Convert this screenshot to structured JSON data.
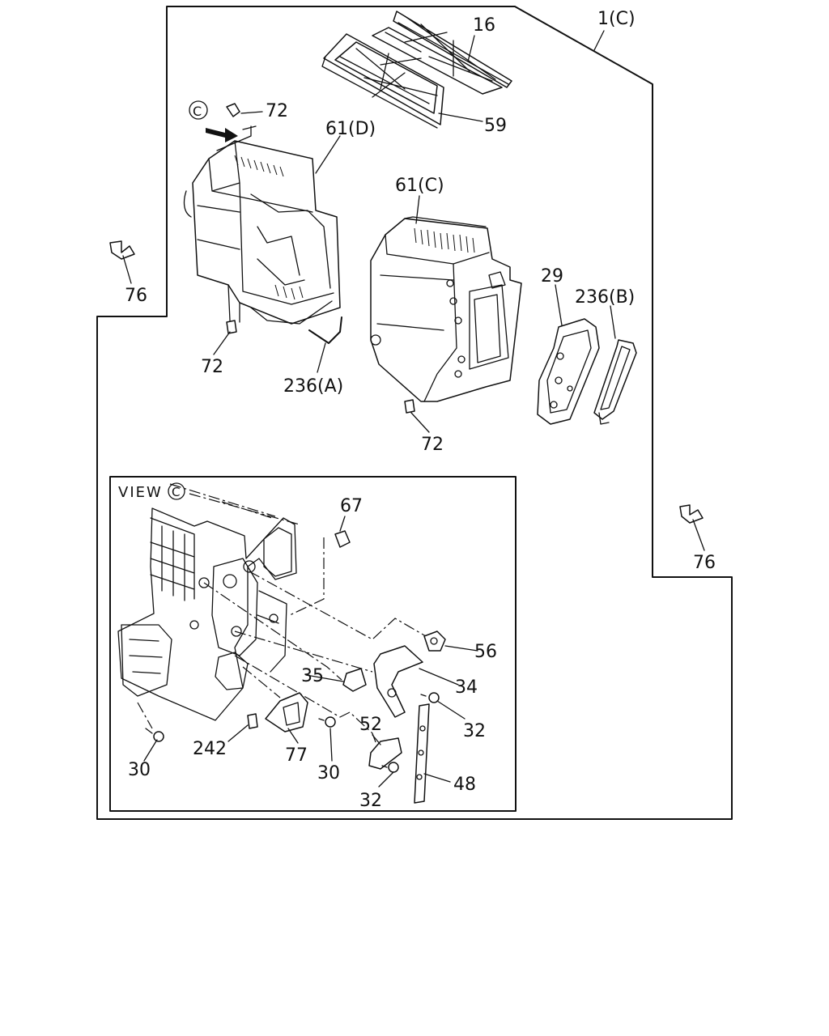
{
  "callouts": {
    "c16": "16",
    "c1c": "1(C)",
    "c59": "59",
    "c72_top": "72",
    "c61d": "61(D)",
    "c61c": "61(C)",
    "c76_left": "76",
    "c72_left": "72",
    "c236a": "236(A)",
    "c29": "29",
    "c236b": "236(B)",
    "c72_mid": "72",
    "c76_right": "76",
    "c67": "67",
    "c56": "56",
    "c35": "35",
    "c34": "34",
    "c32_right": "32",
    "c52": "52",
    "c48": "48",
    "c32_bottom": "32",
    "c242": "242",
    "c77": "77",
    "c30_mid": "30",
    "c30_left": "30"
  },
  "view_label": "VIEW",
  "view_marker": "C",
  "top_marker": "C"
}
